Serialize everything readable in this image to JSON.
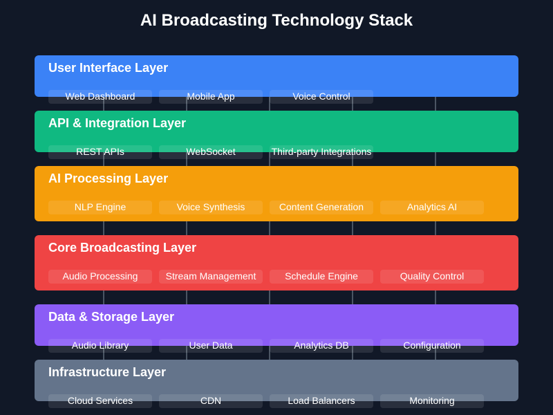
{
  "title": "AI Broadcasting Technology Stack",
  "layers": [
    {
      "name": "User Interface Layer",
      "color": "#3b82f6",
      "components": [
        "Web Dashboard",
        "Mobile App",
        "Voice Control"
      ]
    },
    {
      "name": "API & Integration Layer",
      "color": "#10b981",
      "components": [
        "REST APIs",
        "WebSocket",
        "Third-party Integrations"
      ]
    },
    {
      "name": "AI Processing Layer",
      "color": "#f59e0b",
      "components": [
        "NLP Engine",
        "Voice Synthesis",
        "Content Generation",
        "Analytics AI"
      ]
    },
    {
      "name": "Core Broadcasting Layer",
      "color": "#ef4444",
      "components": [
        "Audio Processing",
        "Stream Management",
        "Schedule Engine",
        "Quality Control"
      ]
    },
    {
      "name": "Data & Storage Layer",
      "color": "#8b5cf6",
      "components": [
        "Audio Library",
        "User Data",
        "Analytics DB",
        "Configuration"
      ]
    },
    {
      "name": "Infrastructure Layer",
      "color": "#64748b",
      "components": [
        "Cloud Services",
        "CDN",
        "Load Balancers",
        "Monitoring"
      ]
    }
  ],
  "connector_color": "#4b5563"
}
